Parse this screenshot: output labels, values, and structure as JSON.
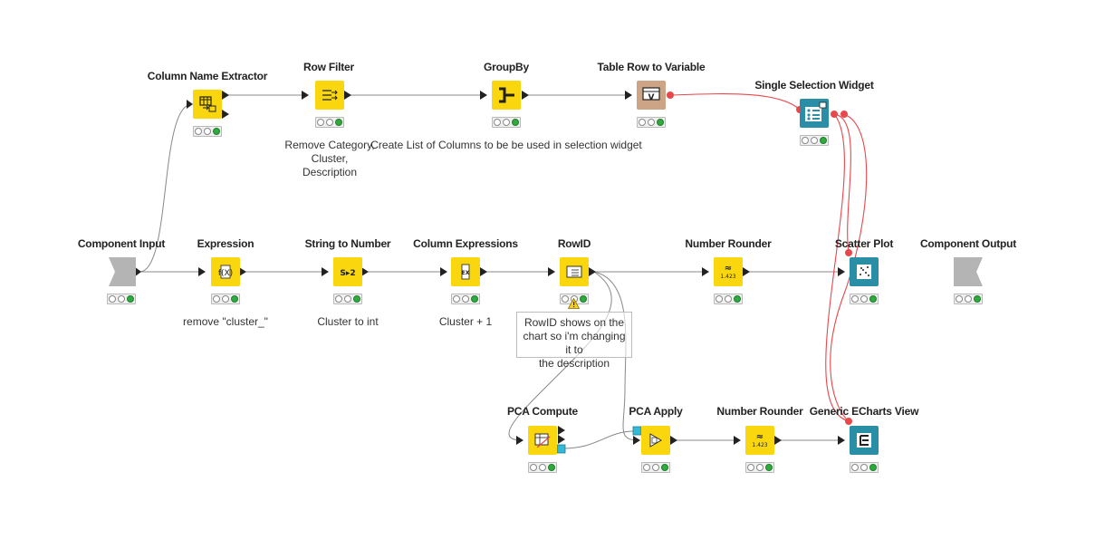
{
  "nodes": {
    "column_name_extractor": {
      "title": "Column Name Extractor"
    },
    "row_filter": {
      "title": "Row Filter",
      "label": "Remove Category,\nCluster,\nDescription"
    },
    "groupby": {
      "title": "GroupBy",
      "label": "Create List of Columns to be be used in selection widget"
    },
    "table_row_to_variable": {
      "title": "Table Row to Variable"
    },
    "single_selection_widget": {
      "title": "Single Selection Widget"
    },
    "component_input": {
      "title": "Component Input"
    },
    "expression": {
      "title": "Expression",
      "label": "remove \"cluster_\""
    },
    "string_to_number": {
      "title": "String to Number",
      "label": "Cluster to int"
    },
    "column_expressions": {
      "title": "Column Expressions",
      "label": "Cluster + 1"
    },
    "rowid": {
      "title": "RowID"
    },
    "number_rounder_1": {
      "title": "Number Rounder"
    },
    "scatter_plot": {
      "title": "Scatter Plot"
    },
    "component_output": {
      "title": "Component Output"
    },
    "pca_compute": {
      "title": "PCA Compute"
    },
    "pca_apply": {
      "title": "PCA Apply"
    },
    "number_rounder_2": {
      "title": "Number Rounder"
    },
    "generic_echarts_view": {
      "title": "Generic ECharts View"
    }
  },
  "annotation": {
    "text": "RowID shows on the\nchart so i'm changing it to\nthe description"
  },
  "icons": {
    "number_rounder_text": "1.423",
    "string_to_number_text": "S▸2",
    "expression_text": "f(X)",
    "column_expressions_text": "EX"
  },
  "colors": {
    "node_yellow": "#f9d60e",
    "node_tan": "#cea487",
    "node_teal": "#2a8fa6",
    "node_gray": "#b4b4b4",
    "flow_variable_line": "#e8474c",
    "status_green": "#2faa3f"
  }
}
